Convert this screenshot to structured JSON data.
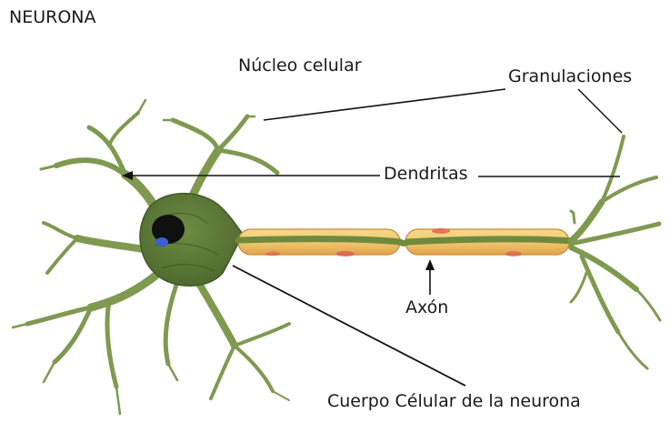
{
  "diagram": {
    "title": "NEURONA",
    "labels": {
      "nucleus": "Núcleo celular",
      "granulations": "Granulaciones",
      "dendrites": "Dendritas",
      "axon": "Axón",
      "cell_body": "Cuerpo Célular de la neurona"
    },
    "colors": {
      "dendrite": "#7f9a50",
      "dendrite_edge": "#4e6f9a",
      "axon_core": "#6f8a3c",
      "myelin": "#f1cc74",
      "myelin_edge": "#c98a3a",
      "myelin_spot": "#d9534a",
      "nucleus": "#101010",
      "nucleolus": "#3a5fd0",
      "pointer_line": "#111111"
    }
  }
}
